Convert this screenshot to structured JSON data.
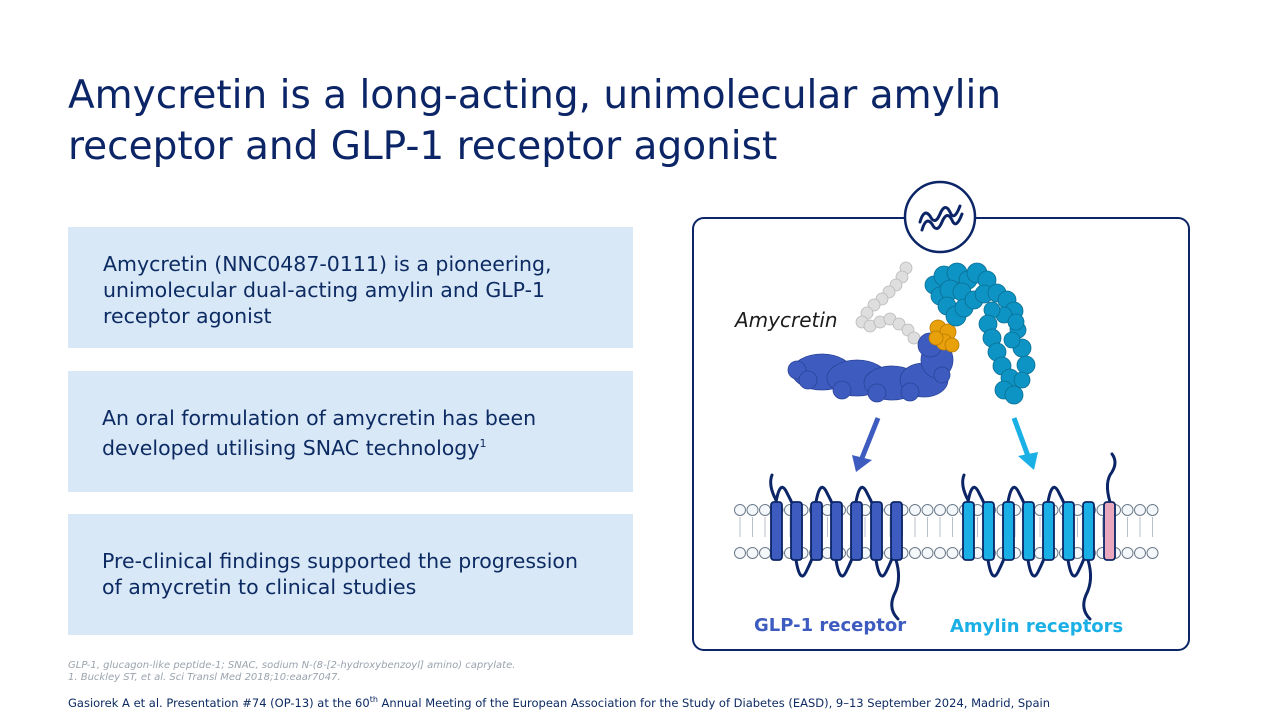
{
  "slide": {
    "title_line1": "Amycretin is a long-acting, unimolecular amylin",
    "title_line2": "receptor and GLP-1 receptor agonist"
  },
  "boxes": [
    {
      "lines": [
        "Amycretin (NNC0487-0111) is a pioneering,",
        "unimolecular dual-acting amylin and GLP-1",
        "receptor agonist"
      ]
    },
    {
      "lines": [
        "An oral formulation of amycretin has been",
        "developed utilising SNAC technology"
      ],
      "superscript": "1"
    },
    {
      "lines": [
        "Pre-clinical findings supported the progression",
        "of amycretin to clinical studies"
      ]
    }
  ],
  "figure": {
    "molecule_label": "Amycretin",
    "glp1_label": "GLP-1 receptor",
    "amylin_label": "Amylin receptors",
    "colors": {
      "glp1": "#3e5cc0",
      "amylin": "#1ab0e6",
      "peptide_light": "#0e8bb8",
      "linker": "#e8a10a",
      "fatty_chain": "#dcdcdc",
      "ramp": "#e9a8bd",
      "outline": "#0b2566"
    },
    "icon": "peptide-helix-icon"
  },
  "footnote": {
    "line1": "GLP-1, glucagon-like peptide-1; SNAC, sodium N-(8-[2-hydroxybenzoyl] amino) caprylate.",
    "line2": "1. Buckley ST, et al. Sci Transl Med 2018;10:eaar7047."
  },
  "citation": {
    "before": "Gasiorek A et al. Presentation #74 (OP-13) at the 60",
    "sup": "th",
    "after": " Annual Meeting of the European Association for the Study of Diabetes (EASD), 9–13 September 2024, Madrid, Spain"
  }
}
